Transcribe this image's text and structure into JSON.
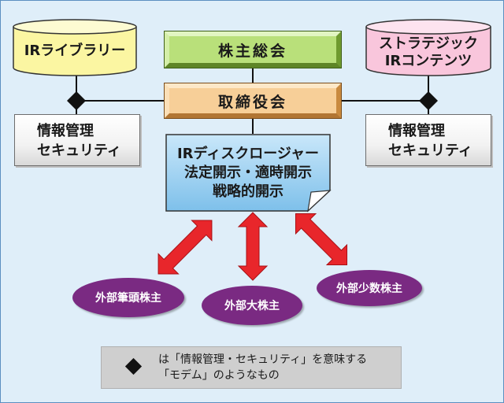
{
  "frame_color": "#dfeef9",
  "shareholders_meeting": "株主総会",
  "board": "取締役会",
  "ir_library": "IRライブラリー",
  "strategic_ir": {
    "line1": "ストラテジック",
    "line2": "IRコンテンツ"
  },
  "security_left": {
    "line1": "情報管理",
    "line2": "セキュリティ"
  },
  "security_right": {
    "line1": "情報管理",
    "line2": "セキュリティ"
  },
  "disclosure": {
    "line1": "IRディスクロージャー",
    "line2": "法定開示・適時開示",
    "line3": "戦略的開示"
  },
  "shareholders": {
    "top_holders": "外部筆頭株主",
    "major": "外部大株主",
    "minor": "外部少数株主"
  },
  "legend": {
    "line1": "は「情報管理・セキュリティ」を意味する",
    "line2": "「モデム」のようなもの"
  },
  "colors": {
    "cylinder_yellow": "#fbf6a2",
    "cylinder_pink": "#f9c6dc",
    "green_box": "#b9e07a",
    "orange_box": "#f7cf98",
    "document_blue": "#9ccff0",
    "oval_purple": "#7a2a82",
    "arrow_red": "#e8262b"
  },
  "icons": {
    "connector": "diamond",
    "arrows": "double-headed-arrow"
  }
}
